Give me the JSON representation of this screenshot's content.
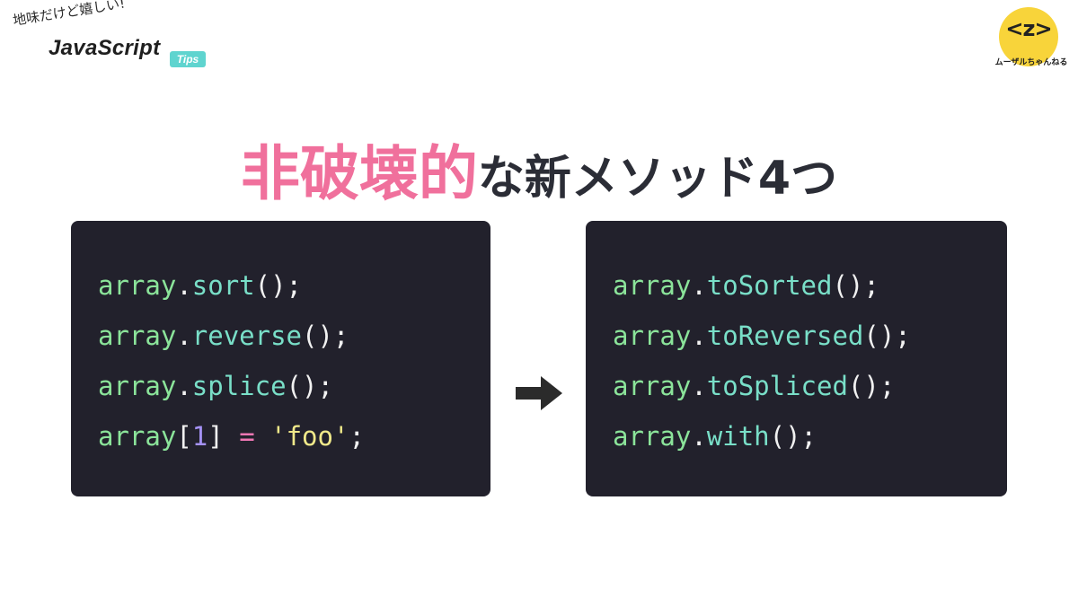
{
  "brand": {
    "tagline": "地味だけど嬉しい!",
    "title": "JavaScript",
    "tag": "Tips"
  },
  "logo": {
    "glyph": "<z>",
    "name": "ムーザルちゃんねる"
  },
  "headline": {
    "accent": "非破壊的",
    "rest": "な新メソッド4つ"
  },
  "colors": {
    "accent": "#f0709c",
    "panel_bg": "#22212c",
    "object": "#8be49a",
    "method": "#79dfc8",
    "number": "#a592f5",
    "operator": "#ef77b4",
    "string": "#f0e98a",
    "logo": "#f8d43a",
    "brand_tag": "#5fd4cf"
  },
  "arrow_icon": "arrow-right-icon",
  "left_code": {
    "line1": {
      "obj": "array",
      "dot": ".",
      "fn": "sort",
      "end": "();"
    },
    "line2": {
      "obj": "array",
      "dot": ".",
      "fn": "reverse",
      "end": "();"
    },
    "line3": {
      "obj": "array",
      "dot": ".",
      "fn": "splice",
      "end": "();"
    },
    "line4": {
      "obj": "array",
      "open": "[",
      "num": "1",
      "close": "]",
      "sp1": " ",
      "op": "=",
      "sp2": " ",
      "str": "'foo'",
      "end": ";"
    }
  },
  "right_code": {
    "line1": {
      "obj": "array",
      "dot": ".",
      "fn": "toSorted",
      "end": "();"
    },
    "line2": {
      "obj": "array",
      "dot": ".",
      "fn": "toReversed",
      "end": "();"
    },
    "line3": {
      "obj": "array",
      "dot": ".",
      "fn": "toSpliced",
      "end": "();"
    },
    "line4": {
      "obj": "array",
      "dot": ".",
      "fn": "with",
      "end": "();"
    }
  }
}
